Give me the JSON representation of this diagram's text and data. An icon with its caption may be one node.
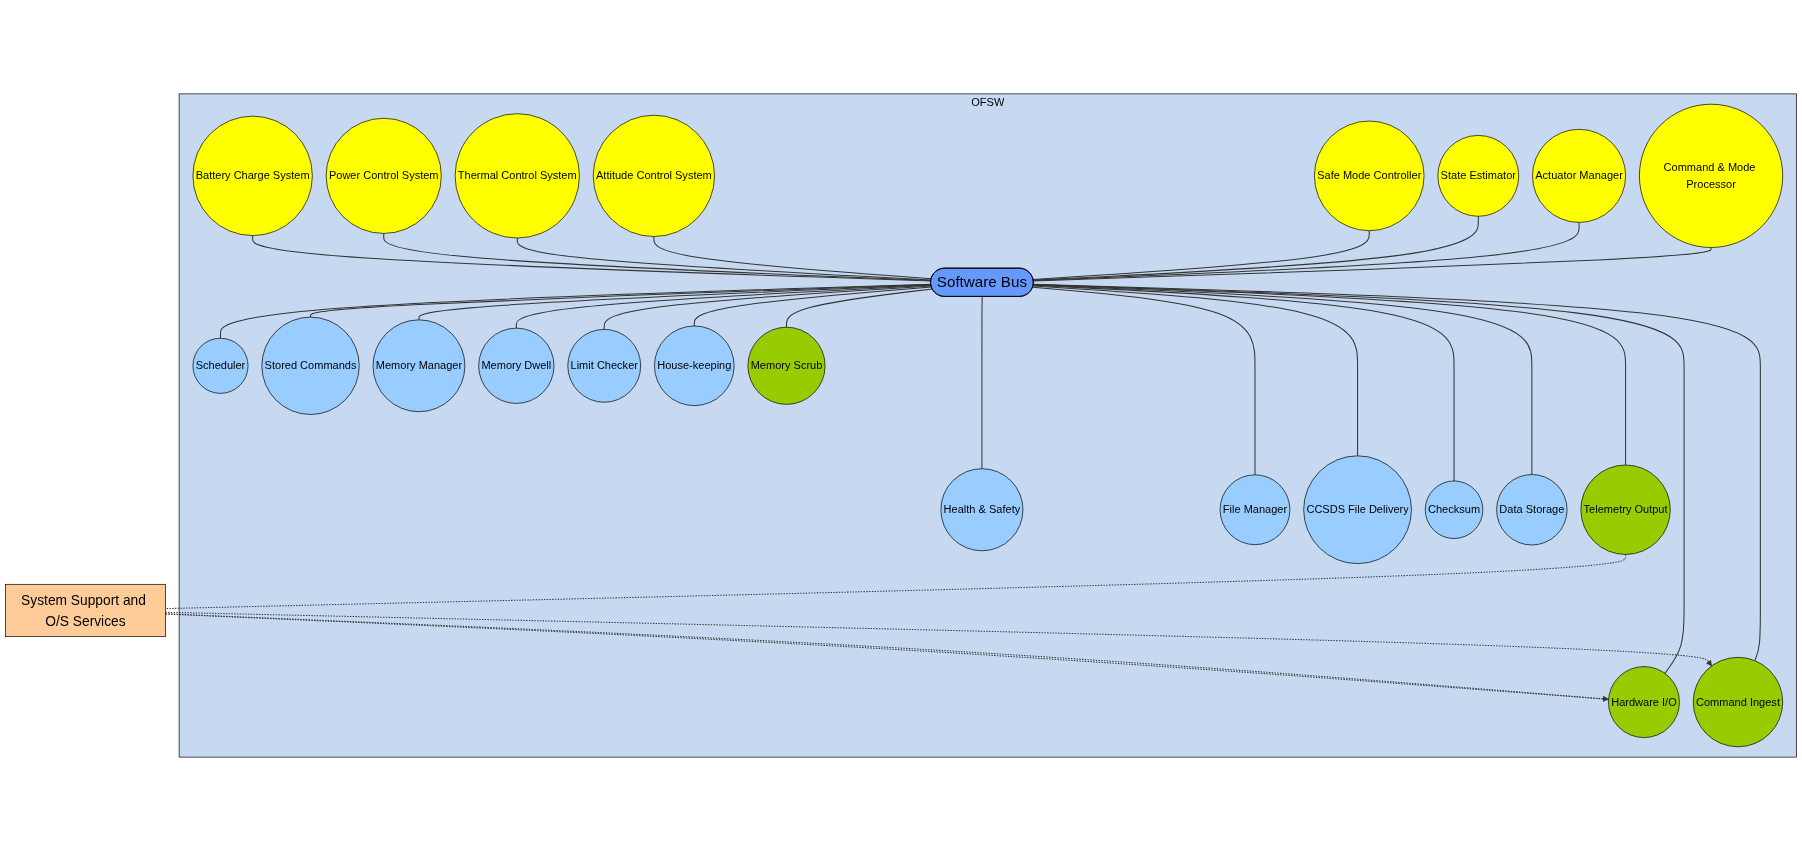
{
  "diagram": {
    "nodes": [
      {
        "text": [
          "OFSW"
        ]
      },
      {
        "text": [
          "Command & Mode Processor"
        ],
        "in": 0
      },
      {
        "text": [
          "Actuator Manager"
        ],
        "in": 0
      },
      {
        "text": [
          "State Estimator"
        ],
        "in": 0
      },
      {
        "text": [
          "Safe Mode Controller"
        ],
        "in": 0
      },
      {
        "text": [
          "Attitude Control System"
        ],
        "in": 0
      },
      {
        "text": [
          "Thermal Control System"
        ],
        "in": 0
      },
      {
        "text": [
          "Power Control System"
        ],
        "in": 0
      },
      {
        "text": [
          "Battery Charge System"
        ],
        "in": 0
      },
      {
        "text": [
          "Software Bus"
        ],
        "in": 0
      },
      {
        "text": [
          "Scheduler"
        ],
        "in": 0
      },
      {
        "text": [
          "Stored Commands"
        ],
        "in": 0
      },
      {
        "text": [
          "Memory Manager"
        ],
        "in": 0
      },
      {
        "text": [
          "Memory Dwell"
        ],
        "in": 0
      },
      {
        "text": [
          "Limit Checker"
        ],
        "in": 0
      },
      {
        "text": [
          "House-keeping"
        ],
        "in": 0
      },
      {
        "text": [
          "Memory Scrub"
        ],
        "in": 0
      },
      {
        "text": [
          "Hardware I/O"
        ],
        "in": 0
      },
      {
        "text": [
          "Health & Safety"
        ],
        "in": 0
      },
      {
        "text": [
          "File Manager"
        ],
        "in": 0
      },
      {
        "text": [
          "CCSDS File Delivery"
        ],
        "in": 0
      },
      {
        "text": [
          "Checksum"
        ],
        "in": 0
      },
      {
        "text": [
          "Data Storage"
        ],
        "in": 0
      },
      {
        "text": [
          "Telemetry Output"
        ],
        "in": 0
      },
      {
        "text": [
          "Command Ingest"
        ],
        "in": 0
      },
      {
        "text": [
          "System Support and O/S Services"
        ]
      }
    ],
    "edges": [
      {
        "from": 1,
        "to": 9,
        "arrow": "none"
      },
      {
        "from": 2,
        "to": 9,
        "arrow": "none"
      },
      {
        "from": 3,
        "to": 9,
        "arrow": "none"
      },
      {
        "from": 4,
        "to": 9,
        "arrow": "none"
      },
      {
        "from": 5,
        "to": 9,
        "arrow": "none"
      },
      {
        "from": 6,
        "to": 9,
        "arrow": "none"
      },
      {
        "from": 7,
        "to": 9,
        "arrow": "none"
      },
      {
        "from": 8,
        "to": 9,
        "arrow": "none"
      },
      {
        "from": 9,
        "to": 10,
        "arrow": "none"
      },
      {
        "from": 9,
        "to": 18,
        "arrow": "none"
      },
      {
        "from": 9,
        "to": 11,
        "arrow": "none"
      },
      {
        "from": 9,
        "to": 19,
        "arrow": "none"
      },
      {
        "from": 9,
        "to": 12,
        "arrow": "none"
      },
      {
        "from": 9,
        "to": 20,
        "arrow": "none"
      },
      {
        "from": 9,
        "to": 13,
        "arrow": "none"
      },
      {
        "from": 9,
        "to": 21,
        "arrow": "none"
      },
      {
        "from": 9,
        "to": 14,
        "arrow": "none"
      },
      {
        "from": 9,
        "to": 22,
        "arrow": "none"
      },
      {
        "from": 9,
        "to": 15,
        "arrow": "none"
      },
      {
        "from": 9,
        "to": 23,
        "arrow": "none"
      },
      {
        "from": 9,
        "to": 16,
        "arrow": "none"
      },
      {
        "from": 9,
        "to": 24,
        "arrow": "none"
      },
      {
        "from": 9,
        "to": 17,
        "arrow": "none"
      },
      {
        "from": 23,
        "to": 25,
        "arrow": "none",
        "style": "dashed"
      },
      {
        "from": 25,
        "to": 24,
        "arrow": "to",
        "style": "dashed"
      },
      {
        "from": 25,
        "to": 17,
        "arrow": "to",
        "style": "dashed"
      },
      {
        "from": 17,
        "to": 25,
        "arrow": "none",
        "style": "dashed"
      }
    ]
  }
}
